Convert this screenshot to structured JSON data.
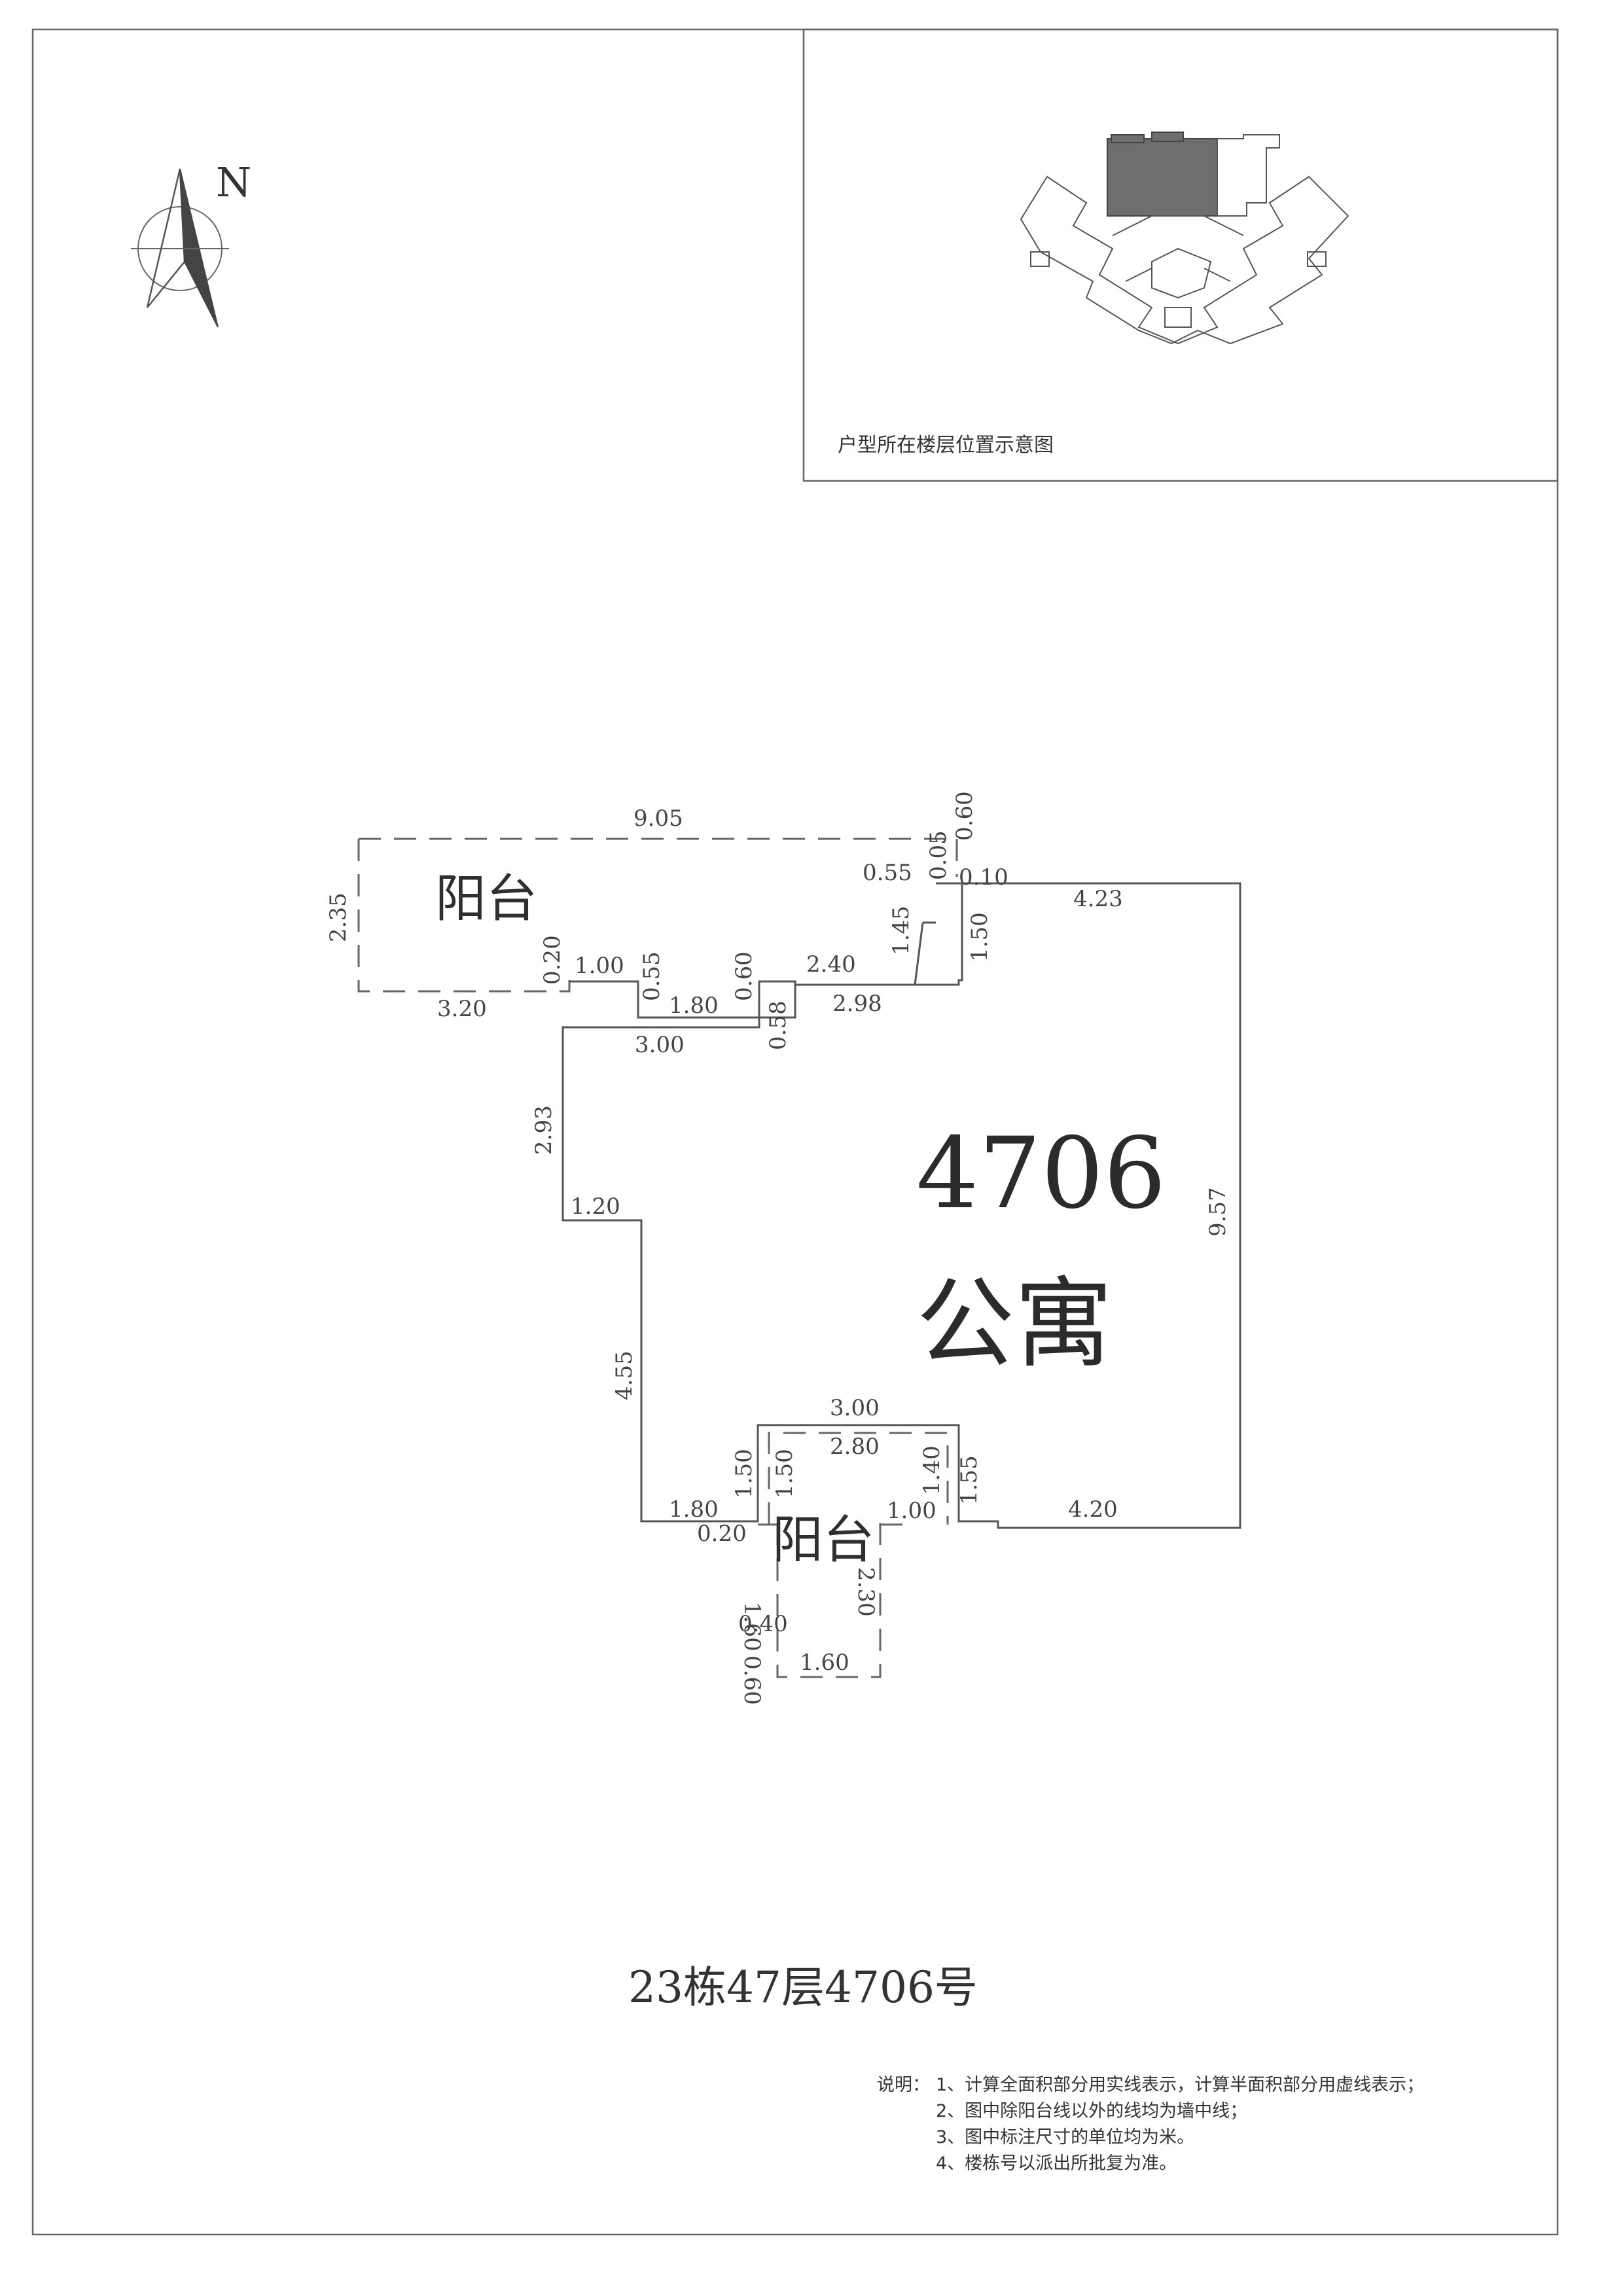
{
  "north_label": "N",
  "locator": {
    "caption": "户型所在楼层位置示意图"
  },
  "unit": {
    "number": "4706",
    "type": "公寓"
  },
  "balcony_north": {
    "label": "阳台"
  },
  "balcony_south": {
    "label": "阳台"
  },
  "dimensions": {
    "north_balcony_top": "9.05",
    "north_balcony_left": "2.35",
    "north_balcony_bottom": "3.20",
    "step_0_20": "0.20",
    "step_1_00": "1.00",
    "step_0_55a": "0.55",
    "step_1_80a": "1.80",
    "step_0_60a": "0.60",
    "step_0_58": "0.58",
    "step_2_40": "2.40",
    "step_2_98": "2.98",
    "step_1_45": "1.45",
    "step_0_55b": "0.55",
    "step_0_05": "0.05",
    "step_0_60b": "0.60",
    "step_0_10": "0.10",
    "step_1_50a": "1.50",
    "top_right": "4.23",
    "right_side": "9.57",
    "inner_3_00": "3.00",
    "left_2_93": "2.93",
    "left_1_20": "1.20",
    "left_4_55": "4.55",
    "bottom_left_1_80": "1.80",
    "bay_3_00": "3.00",
    "bay_2_80": "2.80",
    "bay_1_50a": "1.50",
    "bay_1_50b": "1.50",
    "bay_1_40": "1.40",
    "bay_1_55": "1.55",
    "bay_1_00": "1.00",
    "bottom_right_4_20": "4.20",
    "sb_0_20": "0.20",
    "sb_1_60": "1.60",
    "sb_0_40": "0.40",
    "sb_0_60": "0.60",
    "sb_2_30": "2.30",
    "sb_bottom_1_60": "1.60"
  },
  "title": "23栋47层4706号",
  "notes": {
    "heading": "说明：",
    "items": [
      "1、计算全面积部分用实线表示，计算半面积部分用虚线表示；",
      "2、图中除阳台线以外的线均为墙中线；",
      "3、图中标注尺寸的单位均为米。",
      "4、楼栋号以派出所批复为准。"
    ]
  }
}
